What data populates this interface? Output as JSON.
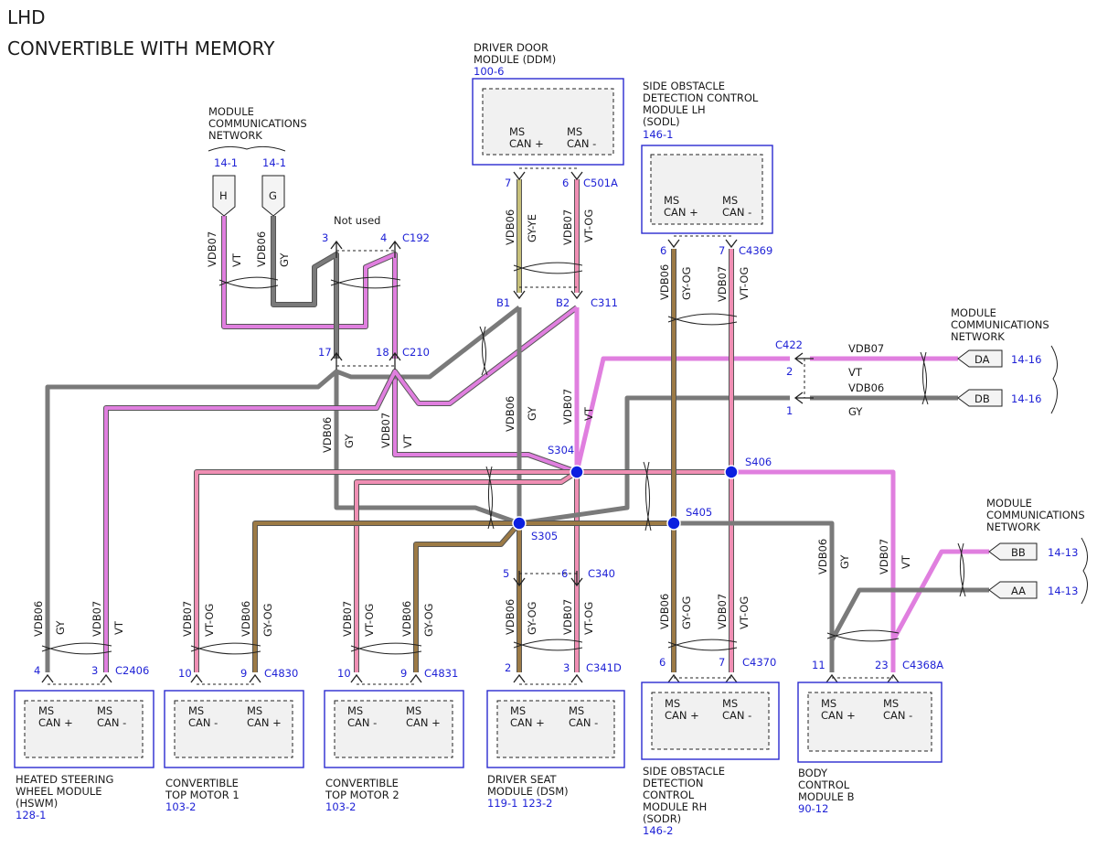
{
  "header": {
    "line1": "LHD",
    "line2": "CONVERTIBLE WITH MEMORY"
  },
  "colors": {
    "VT": "#e07fdf",
    "VT_OG": "#f08fb4",
    "GY": "#7a7a7a",
    "GY_OG": "#9c7a45",
    "GY_YE": "#b6ad6b",
    "splice": "#0b1fe0",
    "blue": "#1f22d6"
  },
  "wires": {
    "vdb06": "VDB06",
    "vdb07": "VDB07",
    "vt": "VT",
    "gy": "GY",
    "vtog": "VT-OG",
    "gyog": "GY-OG",
    "gyye": "GY-YE"
  },
  "mcn": {
    "top": {
      "l1": "MODULE",
      "l2": "COMMUNICATIONS",
      "l3": "NETWORK",
      "refH": "14-1",
      "refG": "14-1",
      "tagH": "H",
      "tagG": "G"
    },
    "right1": {
      "l1": "MODULE",
      "l2": "COMMUNICATIONS",
      "l3": "NETWORK",
      "tagDA": "DA",
      "tagDB": "DB",
      "refDA": "14-16",
      "refDB": "14-16"
    },
    "right2": {
      "l1": "MODULE",
      "l2": "COMMUNICATIONS",
      "l3": "NETWORK",
      "tagBB": "BB",
      "tagAA": "AA",
      "refBB": "14-13",
      "refAA": "14-13"
    }
  },
  "can": {
    "ms": "MS",
    "plus": "CAN +",
    "minus": "CAN -"
  },
  "notused": "Not used",
  "connectors": {
    "c192": "C192",
    "c210": "C210",
    "c501a": "C501A",
    "c311": "C311",
    "c4369": "C4369",
    "c422": "C422",
    "c340": "C340",
    "c341d": "C341D",
    "c2406": "C2406",
    "c4830": "C4830",
    "c4831": "C4831",
    "c4370": "C4370",
    "c4368a": "C4368A"
  },
  "splices": {
    "s304": "S304",
    "s305": "S305",
    "s405": "S405",
    "s406": "S406"
  },
  "pins": {
    "p3": "3",
    "p4": "4",
    "p17": "17",
    "p18": "18",
    "p7": "7",
    "p6": "6",
    "b1": "B1",
    "b2": "B2",
    "s6": "6",
    "s7": "7",
    "c422_2": "2",
    "c422_1": "1",
    "p5": "5",
    "p6b": "6",
    "h4": "4",
    "h3": "3",
    "m1_10": "10",
    "m1_9": "9",
    "m2_10": "10",
    "m2_9": "9",
    "d2": "2",
    "d3": "3",
    "r6": "6",
    "r7": "7",
    "b11": "11",
    "b23": "23"
  },
  "modules": {
    "ddm": {
      "l1": "DRIVER DOOR",
      "l2": "MODULE (DDM)",
      "ref": "100-6"
    },
    "sodl": {
      "l1": "SIDE OBSTACLE",
      "l2": "DETECTION CONTROL",
      "l3": "MODULE LH",
      "l4": "(SODL)",
      "ref": "146-1"
    },
    "hswm": {
      "l1": "HEATED STEERING",
      "l2": "WHEEL MODULE",
      "l3": "(HSWM)",
      "ref": "128-1"
    },
    "ctm1": {
      "l1": "CONVERTIBLE",
      "l2": "TOP MOTOR 1",
      "ref": "103-2"
    },
    "ctm2": {
      "l1": "CONVERTIBLE",
      "l2": "TOP MOTOR 2",
      "ref": "103-2"
    },
    "dsm": {
      "l1": "DRIVER SEAT",
      "l2": "MODULE (DSM)",
      "ref1": "119-1",
      "ref2": "123-2"
    },
    "sodr": {
      "l1": "SIDE OBSTACLE",
      "l2": "DETECTION",
      "l3": "CONTROL",
      "l4": "MODULE RH",
      "l5": "(SODR)",
      "ref": "146-2"
    },
    "bcm": {
      "l1": "BODY",
      "l2": "CONTROL",
      "l3": "MODULE B",
      "ref": "90-12"
    }
  }
}
